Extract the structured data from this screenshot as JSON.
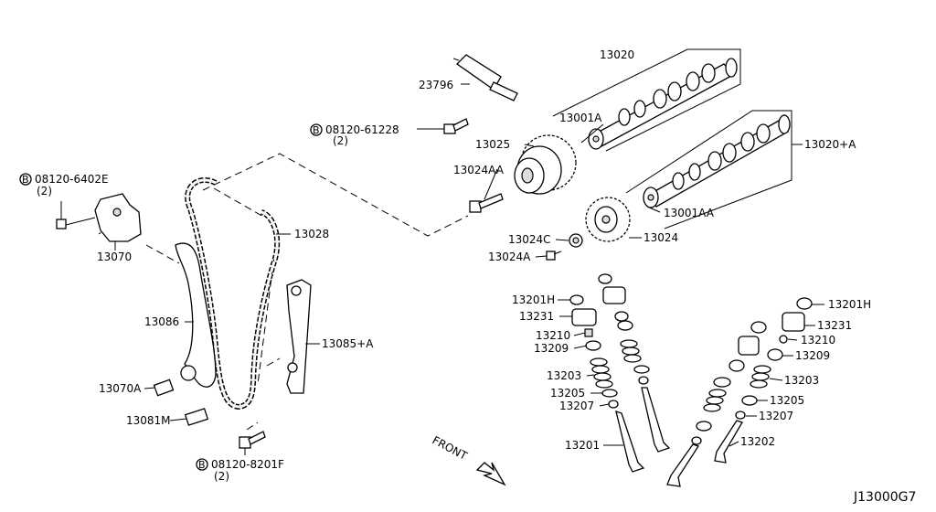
{
  "diagram_id": "J13000G7",
  "front_label": "FRONT",
  "labels": {
    "p23796": "23796",
    "p13020": "13020",
    "p13001A": "13001A",
    "p13020A": "13020+A",
    "bolt1_code": "08120-61228",
    "bolt1_qty": "(2)",
    "bolt1_mark": "B",
    "p13025": "13025",
    "p13024AA": "13024AA",
    "p13001AA": "13001AA",
    "p13024C": "13024C",
    "p13024": "13024",
    "p13024A": "13024A",
    "bolt2_code": "08120-6402E",
    "bolt2_qty": "(2)",
    "bolt2_mark": "B",
    "p13070": "13070",
    "p13028": "13028",
    "p13086": "13086",
    "p13085A": "13085+A",
    "p13070A": "13070A",
    "p13081M": "13081M",
    "bolt3_code": "08120-8201F",
    "bolt3_qty": "(2)",
    "bolt3_mark": "B",
    "l13201H": "13201H",
    "l13231": "13231",
    "l13210": "13210",
    "l13209": "13209",
    "l13203": "13203",
    "l13205": "13205",
    "l13207": "13207",
    "l13201": "13201",
    "r13201H": "13201H",
    "r13231": "13231",
    "r13210": "13210",
    "r13209": "13209",
    "r13203": "13203",
    "r13205": "13205",
    "r13207": "13207",
    "r13202": "13202"
  }
}
